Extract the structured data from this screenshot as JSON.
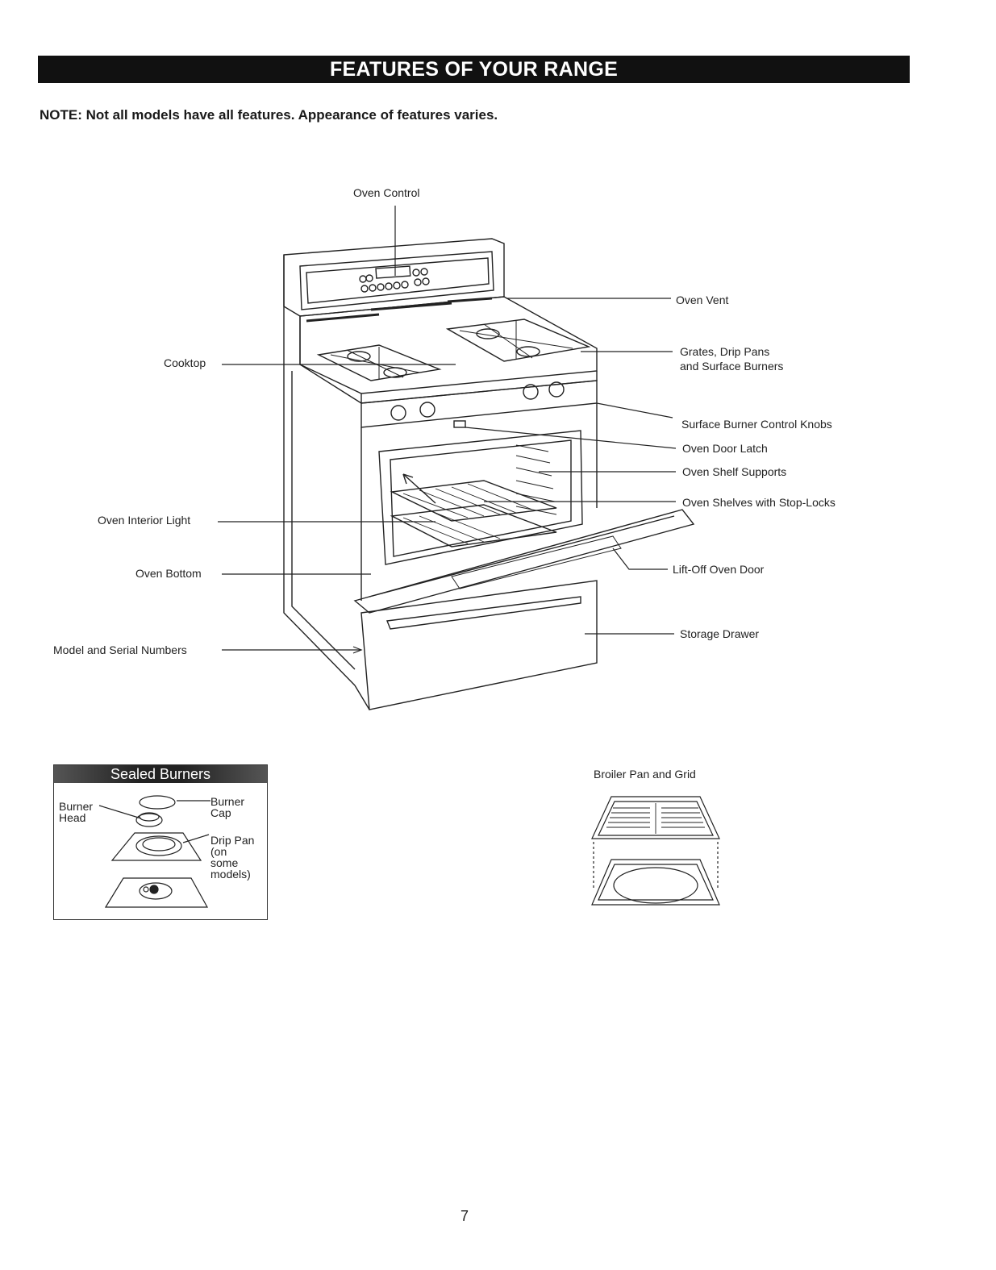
{
  "header": {
    "title": "FEATURES OF YOUR RANGE"
  },
  "note": "NOTE: Not all models have all features. Appearance of features varies.",
  "range_callouts": {
    "oven_control": "Oven Control",
    "oven_vent": "Oven Vent",
    "grates_line1": "Grates, Drip Pans",
    "grates_line2": "and Surface Burners",
    "cooktop": "Cooktop",
    "surface_burner_knobs": "Surface Burner Control Knobs",
    "oven_door_latch": "Oven Door Latch",
    "oven_shelf_supports": "Oven Shelf Supports",
    "oven_shelves": "Oven Shelves with Stop-Locks",
    "oven_interior_light": "Oven Interior Light",
    "oven_bottom": "Oven Bottom",
    "lift_off_door": "Lift-Off Oven Door",
    "storage_drawer": "Storage Drawer",
    "model_serial": "Model and Serial Numbers"
  },
  "sealed_burners": {
    "title": "Sealed Burners",
    "burner_head": "Burner\nHead",
    "burner_cap": "Burner\nCap",
    "drip_pan": "Drip Pan\n(on\nsome\nmodels)"
  },
  "broiler": {
    "title": "Broiler Pan and Grid"
  },
  "footer": {
    "page_number": "7"
  }
}
